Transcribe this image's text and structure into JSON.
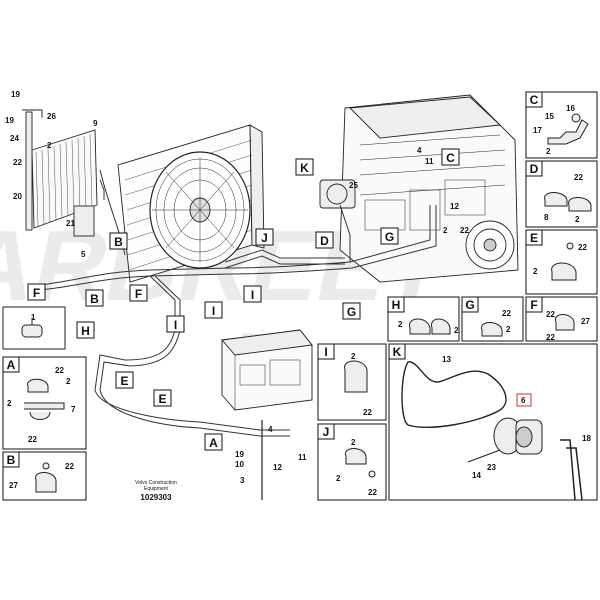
{
  "doc": {
    "company": "Volvo Construction",
    "company_sub": "Equipment",
    "doc_number": "1029303"
  },
  "watermark": {
    "brand": "ARBREET",
    "brand_cn": "阿比"
  },
  "callouts": {
    "c19a": "19",
    "c26": "26",
    "c19b": "19",
    "c24": "24",
    "c2a": "2",
    "c22a": "22",
    "c9": "9",
    "c20": "20",
    "c21": "21",
    "c5": "5",
    "c25": "25",
    "c4a": "4",
    "c11a": "11",
    "c12a": "12",
    "c2b": "2",
    "c22b": "22",
    "c19c": "19",
    "c10": "10",
    "c3": "3",
    "c12b": "12",
    "c4b": "4",
    "c11b": "11",
    "c1": "1"
  },
  "letters": {
    "B1": "B",
    "B2": "B",
    "F1": "F",
    "F2": "F",
    "H": "H",
    "E1": "E",
    "E2": "E",
    "I1": "I",
    "I2": "I",
    "I3": "I",
    "J": "J",
    "D": "D",
    "G1": "G",
    "G2": "G",
    "K": "K",
    "C": "C",
    "A": "A"
  },
  "detail_boxes": {
    "A": {
      "title": "A",
      "labels": [
        "22",
        "2",
        "2",
        "7",
        "22"
      ]
    },
    "B": {
      "title": "B",
      "labels": [
        "22",
        "27"
      ]
    },
    "C": {
      "title": "C",
      "labels": [
        "16",
        "15",
        "17",
        "2"
      ]
    },
    "D": {
      "title": "D",
      "labels": [
        "22",
        "8",
        "2"
      ]
    },
    "E": {
      "title": "E",
      "labels": [
        "22",
        "2"
      ]
    },
    "F": {
      "title": "F",
      "labels": [
        "22",
        "27",
        "22"
      ]
    },
    "G": {
      "title": "G",
      "labels": [
        "22",
        "2"
      ]
    },
    "H": {
      "title": "H",
      "labels": [
        "2",
        "2"
      ]
    },
    "I": {
      "title": "I",
      "labels": [
        "2",
        "22"
      ]
    },
    "J": {
      "title": "J",
      "labels": [
        "2",
        "2",
        "22"
      ]
    },
    "K": {
      "title": "K",
      "labels": [
        "13",
        "6",
        "18",
        "14",
        "23"
      ]
    }
  }
}
